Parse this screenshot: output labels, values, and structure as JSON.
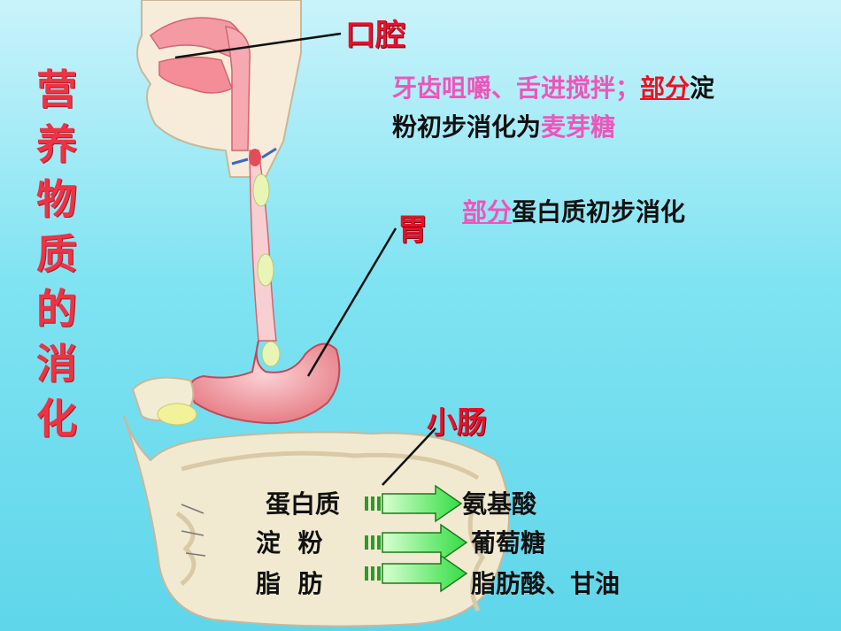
{
  "title": "营养物质的消化",
  "organs": {
    "mouth": "口腔",
    "stomach": "胃",
    "small_intestine": "小肠"
  },
  "mouth_note": {
    "line1_pink": "牙齿咀嚼、舌进搅拌；",
    "line1_red": "部分",
    "line1_end": "淀",
    "line2_black": "粉初步消化为",
    "line2_pink": "麦芽糖"
  },
  "stomach_note": {
    "underlined": "部分",
    "rest": "蛋白质初步消化"
  },
  "intestine_conversions": [
    {
      "from": "蛋白质",
      "to": "氨基酸"
    },
    {
      "from": "淀  粉",
      "to": "葡萄糖"
    },
    {
      "from": "脂  肪",
      "to": "脂肪酸、甘油"
    }
  ],
  "colors": {
    "title": "#ee3344",
    "organ_label": "#e8102a",
    "pink_text": "#ee55bb",
    "arrow_fill": "#55ee55"
  }
}
